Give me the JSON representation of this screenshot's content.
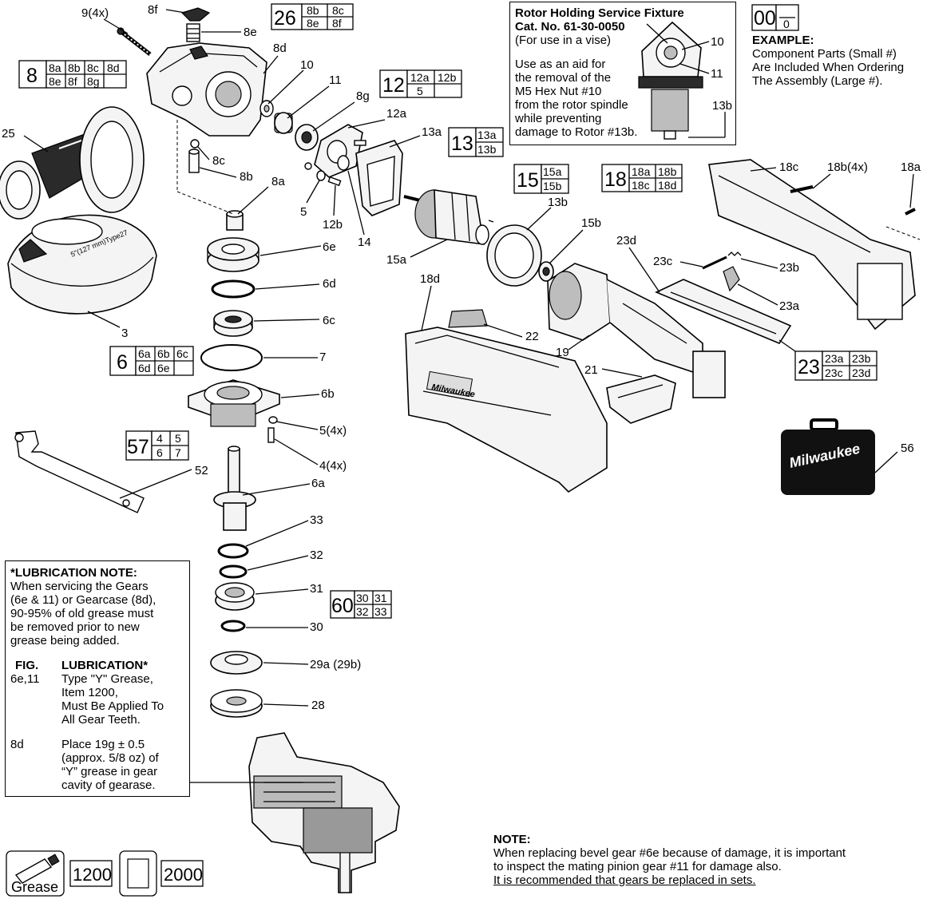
{
  "callouts": {
    "c9": "9(4x)",
    "c8f": "8f",
    "c8e": "8e",
    "c8d": "8d",
    "c10": "10",
    "c11": "11",
    "c8g": "8g",
    "c12a": "12a",
    "c13a": "13a",
    "c25": "25",
    "c8c": "8c",
    "c8b": "8b",
    "c8a": "8a",
    "c5": "5",
    "c12b": "12b",
    "c14": "14",
    "c15a": "15a",
    "c13b": "13b",
    "c15b": "15b",
    "c6e": "6e",
    "c6d": "6d",
    "c6c": "6c",
    "c7": "7",
    "c6b": "6b",
    "c5x": "5(4x)",
    "c4x": "4(4x)",
    "c52": "52",
    "c6a": "6a",
    "c3": "3",
    "c33": "33",
    "c32": "32",
    "c31": "31",
    "c30": "30",
    "c29": "29a (29b)",
    "c28": "28",
    "c18c": "18c",
    "c18b": "18b(4x)",
    "c18a": "18a",
    "c23d": "23d",
    "c23c": "23c",
    "c23b": "23b",
    "c23a": "23a",
    "c18d": "18d",
    "c22": "22",
    "c19": "19",
    "c21": "21",
    "c56": "56",
    "fx10": "10",
    "fx11": "11",
    "fx13b": "13b"
  },
  "assemblies": {
    "a26": {
      "main": "26",
      "subs": [
        "8b",
        "8c",
        "8e",
        "8f"
      ]
    },
    "a8": {
      "main": "8",
      "subs": [
        "8a",
        "8b",
        "8c",
        "8d",
        "8e",
        "8f",
        "8g",
        ""
      ]
    },
    "a12": {
      "main": "12",
      "subs": [
        "12a",
        "12b",
        "5",
        ""
      ]
    },
    "a13": {
      "main": "13",
      "subs": [
        "13a",
        "13b"
      ]
    },
    "a15": {
      "main": "15",
      "subs": [
        "15a",
        "15b"
      ]
    },
    "a18": {
      "main": "18",
      "subs": [
        "18a",
        "18b",
        "18c",
        "18d"
      ]
    },
    "a6": {
      "main": "6",
      "subs": [
        "6a",
        "6b",
        "6c",
        "6d",
        "6e",
        ""
      ]
    },
    "a57": {
      "main": "57",
      "subs": [
        "4",
        "5",
        "6",
        "7"
      ]
    },
    "a60": {
      "main": "60",
      "subs": [
        "30",
        "31",
        "32",
        "33"
      ]
    },
    "a23": {
      "main": "23",
      "subs": [
        "23a",
        "23b",
        "23c",
        "23d"
      ]
    }
  },
  "example": {
    "big": "00",
    "small": "0",
    "title": "EXAMPLE:",
    "lines": [
      "Component Parts (Small #)",
      "Are Included When Ordering",
      "The Assembly (Large #)."
    ]
  },
  "fixture": {
    "title": "Rotor Holding Service Fixture",
    "cat": "Cat. No. 61-30-0050",
    "sub": "(For use in a vise)",
    "lines": [
      "Use as an aid for",
      "the removal of the",
      "M5 Hex Nut #10",
      "from the rotor spindle",
      "while preventing",
      "damage to Rotor #13b."
    ]
  },
  "guard_text": "5\"(127 mm)Type27",
  "brand": "Milwaukee",
  "lubrication": {
    "title": "*LUBRICATION NOTE:",
    "intro": [
      "When servicing the Gears",
      "(6e & 11) or Gearcase (8d),",
      "90-95% of old grease must",
      "be removed prior to new",
      "grease being added."
    ],
    "col_fig": "FIG.",
    "col_lub": "LUBRICATION*",
    "rows": [
      {
        "fig": "6e,11",
        "lines": [
          "Type \"Y\" Grease,",
          "Item 1200,",
          "Must Be Applied To",
          "All Gear Teeth."
        ]
      },
      {
        "fig": "8d",
        "lines": [
          "Place 19g ± 0.5",
          "(approx. 5/8 oz) of",
          "“Y” grease in gear",
          "cavity of gearase."
        ]
      }
    ]
  },
  "legend": {
    "grease_label": "Grease",
    "item1": "1200",
    "item2": "2000"
  },
  "bottom_note": {
    "title": "NOTE:",
    "line1": "When replacing bevel gear #6e because of damage, it is important",
    "line2": "to inspect the mating pinion gear #11 for damage also.",
    "line3": "It is recommended that gears be replaced in sets."
  }
}
